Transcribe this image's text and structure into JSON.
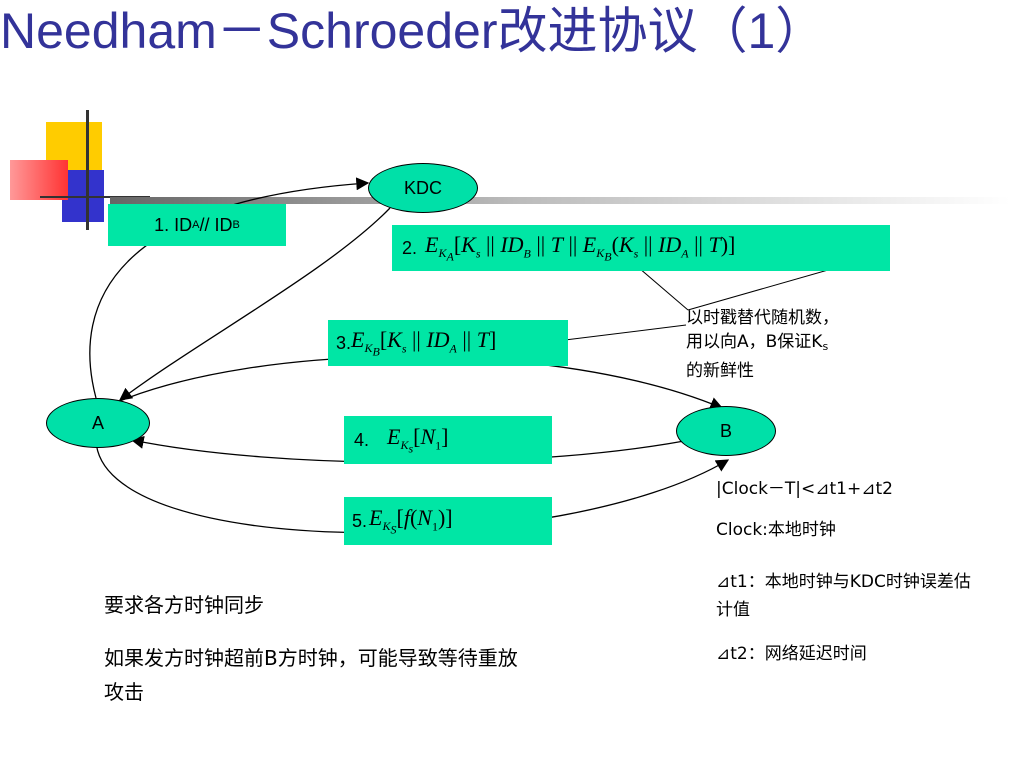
{
  "title": "Needham－Schroeder改进协议（1）",
  "nodes": {
    "kdc": "KDC",
    "a": "A",
    "b": "B"
  },
  "messages": {
    "m1": {
      "num": "1.",
      "text": "ID",
      "sub_a": "A",
      "sep": "// ID",
      "sub_b": "B"
    },
    "m2": {
      "num": "2.",
      "formula": "E_{K_A}[K_s || ID_B || T || E_{K_B}(K_s || ID_A || T)]"
    },
    "m3": {
      "num": "3.",
      "formula": "E_{K_B}[K_s || ID_A || T]"
    },
    "m4": {
      "num": "4.",
      "formula": "E_{K_s}[N_1]"
    },
    "m5": {
      "num": "5.",
      "formula": "E_{K_S}[f(N_1)]"
    }
  },
  "annotation": {
    "line1": "以时戳替代随机数，",
    "line2_pre": "用以向A，B保证K",
    "line2_sub": "s",
    "line3": "的新鲜性"
  },
  "clock_notes": {
    "formula": "|Clock－T|<⊿t1+⊿t2",
    "clock_def": "Clock:本地时钟",
    "t1_def": "⊿t1：本地时钟与KDC时钟误差估计值",
    "t2_def": "⊿t2：网络延迟时间"
  },
  "bottom_notes": {
    "line1": "要求各方时钟同步",
    "line2": "如果发方时钟超前B方时钟，可能导致等待重放攻击"
  },
  "colors": {
    "title": "#333399",
    "box_fill": "#00e6a5",
    "node_fill": "#00e0a8",
    "highlight_circle": "#7b68c8"
  }
}
